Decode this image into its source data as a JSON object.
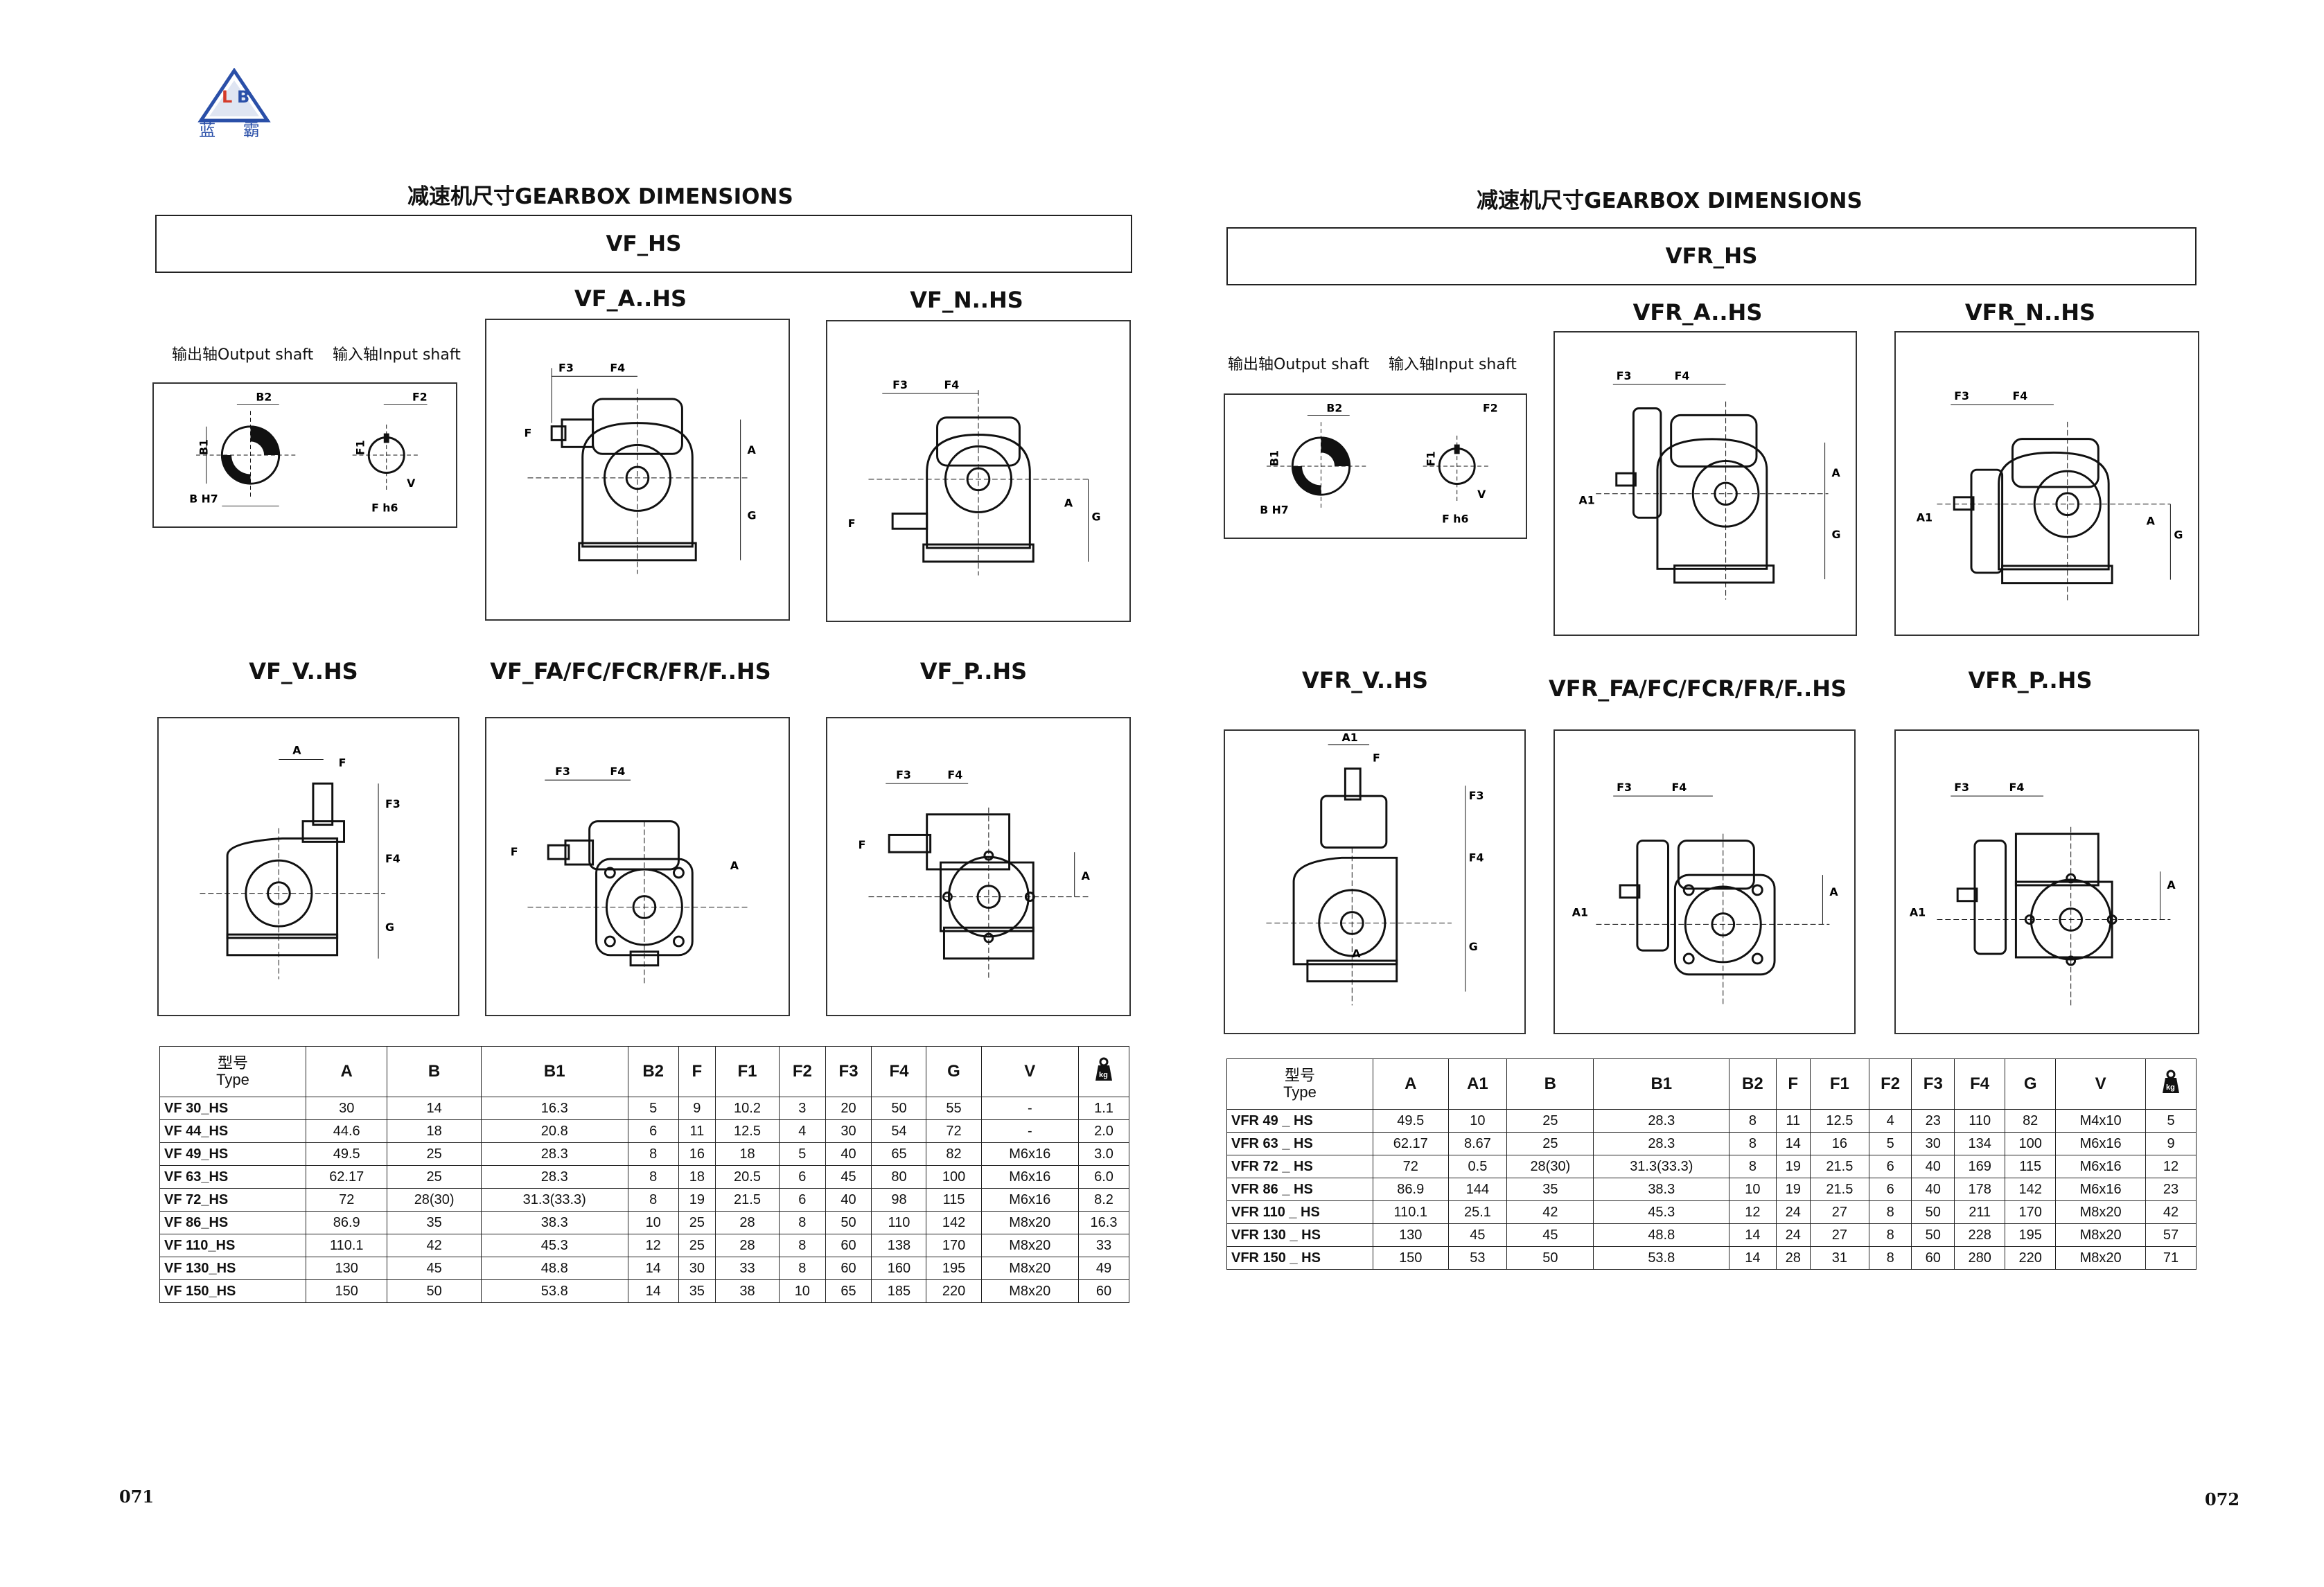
{
  "brand": {
    "logo_letters": "L B",
    "logo_chinese": "蓝 霸"
  },
  "left": {
    "section_title": "减速机尺寸GEARBOX DIMENSIONS",
    "type_name": "VF_HS",
    "output_shaft": "输出轴Output shaft",
    "input_shaft": "输入轴Input shaft",
    "views": [
      "VF_A..HS",
      "VF_N..HS",
      "VF_V..HS",
      "VF_FA/FC/FCR/FR/F..HS",
      "VF_P..HS"
    ],
    "table": {
      "headers": [
        "型号\nType",
        "A",
        "B",
        "B1",
        "B2",
        "F",
        "F1",
        "F2",
        "F3",
        "F4",
        "G",
        "V",
        "kg"
      ],
      "rows": [
        [
          "VF 30_HS",
          "30",
          "14",
          "16.3",
          "5",
          "9",
          "10.2",
          "3",
          "20",
          "50",
          "55",
          "-",
          "1.1"
        ],
        [
          "VF 44_HS",
          "44.6",
          "18",
          "20.8",
          "6",
          "11",
          "12.5",
          "4",
          "30",
          "54",
          "72",
          "-",
          "2.0"
        ],
        [
          "VF 49_HS",
          "49.5",
          "25",
          "28.3",
          "8",
          "16",
          "18",
          "5",
          "40",
          "65",
          "82",
          "M6x16",
          "3.0"
        ],
        [
          "VF 63_HS",
          "62.17",
          "25",
          "28.3",
          "8",
          "18",
          "20.5",
          "6",
          "45",
          "80",
          "100",
          "M6x16",
          "6.0"
        ],
        [
          "VF 72_HS",
          "72",
          "28(30)",
          "31.3(33.3)",
          "8",
          "19",
          "21.5",
          "6",
          "40",
          "98",
          "115",
          "M6x16",
          "8.2"
        ],
        [
          "VF 86_HS",
          "86.9",
          "35",
          "38.3",
          "10",
          "25",
          "28",
          "8",
          "50",
          "110",
          "142",
          "M8x20",
          "16.3"
        ],
        [
          "VF 110_HS",
          "110.1",
          "42",
          "45.3",
          "12",
          "25",
          "28",
          "8",
          "60",
          "138",
          "170",
          "M8x20",
          "33"
        ],
        [
          "VF 130_HS",
          "130",
          "45",
          "48.8",
          "14",
          "30",
          "33",
          "8",
          "60",
          "160",
          "195",
          "M8x20",
          "49"
        ],
        [
          "VF 150_HS",
          "150",
          "50",
          "53.8",
          "14",
          "35",
          "38",
          "10",
          "65",
          "185",
          "220",
          "M8x20",
          "60"
        ]
      ]
    },
    "page_number": "071"
  },
  "right": {
    "section_title": "减速机尺寸GEARBOX DIMENSIONS",
    "type_name": "VFR_HS",
    "output_shaft": "输出轴Output shaft",
    "input_shaft": "输入轴Input shaft",
    "views": [
      "VFR_A..HS",
      "VFR_N..HS",
      "VFR_V..HS",
      "VFR_FA/FC/FCR/FR/F..HS",
      "VFR_P..HS"
    ],
    "table": {
      "headers": [
        "型号\nType",
        "A",
        "A1",
        "B",
        "B1",
        "B2",
        "F",
        "F1",
        "F2",
        "F3",
        "F4",
        "G",
        "V",
        "kg"
      ],
      "rows": [
        [
          "VFR 49 _ HS",
          "49.5",
          "10",
          "25",
          "28.3",
          "8",
          "11",
          "12.5",
          "4",
          "23",
          "110",
          "82",
          "M4x10",
          "5"
        ],
        [
          "VFR 63 _ HS",
          "62.17",
          "8.67",
          "25",
          "28.3",
          "8",
          "14",
          "16",
          "5",
          "30",
          "134",
          "100",
          "M6x16",
          "9"
        ],
        [
          "VFR 72 _ HS",
          "72",
          "0.5",
          "28(30)",
          "31.3(33.3)",
          "8",
          "19",
          "21.5",
          "6",
          "40",
          "169",
          "115",
          "M6x16",
          "12"
        ],
        [
          "VFR 86 _ HS",
          "86.9",
          "144",
          "35",
          "38.3",
          "10",
          "19",
          "21.5",
          "6",
          "40",
          "178",
          "142",
          "M6x16",
          "23"
        ],
        [
          "VFR 110 _ HS",
          "110.1",
          "25.1",
          "42",
          "45.3",
          "12",
          "24",
          "27",
          "8",
          "50",
          "211",
          "170",
          "M8x20",
          "42"
        ],
        [
          "VFR 130 _ HS",
          "130",
          "45",
          "45",
          "48.8",
          "14",
          "24",
          "27",
          "8",
          "50",
          "228",
          "195",
          "M8x20",
          "57"
        ],
        [
          "VFR 150 _ HS",
          "150",
          "53",
          "50",
          "53.8",
          "14",
          "28",
          "31",
          "8",
          "60",
          "280",
          "220",
          "M8x20",
          "71"
        ]
      ]
    },
    "page_number": "072"
  },
  "dim_labels": {
    "b2": "B2",
    "b1": "B1",
    "bh7": "B H7",
    "f2": "F2",
    "f1": "F1",
    "fh6": "F h6",
    "v": "V",
    "f3": "F3",
    "f4": "F4",
    "f": "F",
    "a": "A",
    "g": "G",
    "a1": "A1"
  },
  "colors": {
    "logo_blue": "#2a4fa8",
    "logo_red": "#d43a2a"
  }
}
